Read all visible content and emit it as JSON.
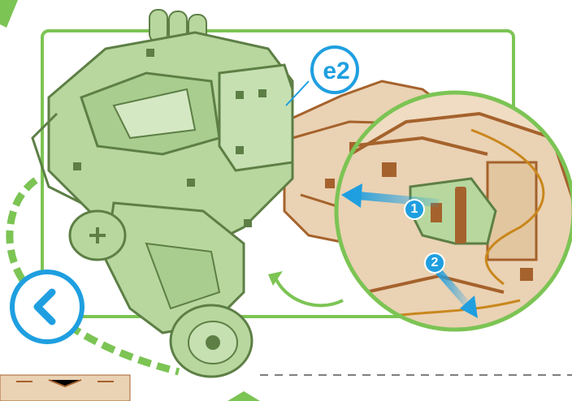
{
  "callout": {
    "label": "e2"
  },
  "steps": [
    {
      "number": "1"
    },
    {
      "number": "2"
    }
  ],
  "navigation": {
    "back_icon": "chevron-left-icon"
  },
  "colors": {
    "accent_blue": "#1f9fe0",
    "frame_green": "#7cc454",
    "part_green": "#b7d79f",
    "wood": "#ead2b4",
    "wood_edge": "#a5622c",
    "rubber_band": "#c9871c"
  }
}
